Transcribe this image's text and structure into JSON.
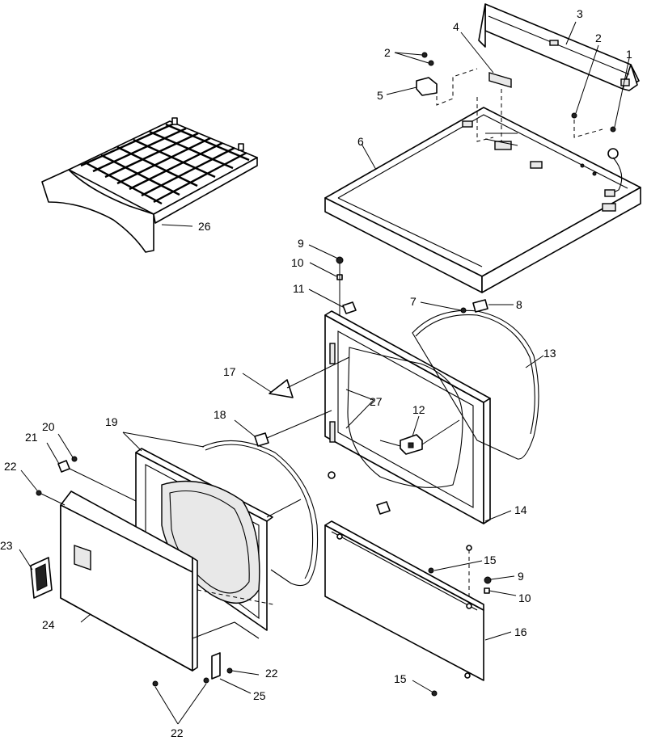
{
  "labels": [
    {
      "id": "l1",
      "text": "1"
    },
    {
      "id": "l2a",
      "text": "2"
    },
    {
      "id": "l2b",
      "text": "2"
    },
    {
      "id": "l3",
      "text": "3"
    },
    {
      "id": "l4",
      "text": "4"
    },
    {
      "id": "l5",
      "text": "5"
    },
    {
      "id": "l6",
      "text": "6"
    },
    {
      "id": "l7",
      "text": "7"
    },
    {
      "id": "l8",
      "text": "8"
    },
    {
      "id": "l9a",
      "text": "9"
    },
    {
      "id": "l9b",
      "text": "9"
    },
    {
      "id": "l10a",
      "text": "10"
    },
    {
      "id": "l10b",
      "text": "10"
    },
    {
      "id": "l11",
      "text": "11"
    },
    {
      "id": "l12",
      "text": "12"
    },
    {
      "id": "l13",
      "text": "13"
    },
    {
      "id": "l14",
      "text": "14"
    },
    {
      "id": "l15a",
      "text": "15"
    },
    {
      "id": "l15b",
      "text": "15"
    },
    {
      "id": "l16",
      "text": "16"
    },
    {
      "id": "l17",
      "text": "17"
    },
    {
      "id": "l18",
      "text": "18"
    },
    {
      "id": "l19",
      "text": "19"
    },
    {
      "id": "l20",
      "text": "20"
    },
    {
      "id": "l21",
      "text": "21"
    },
    {
      "id": "l22a",
      "text": "22"
    },
    {
      "id": "l22b",
      "text": "22"
    },
    {
      "id": "l22c",
      "text": "22"
    },
    {
      "id": "l23",
      "text": "23"
    },
    {
      "id": "l24",
      "text": "24"
    },
    {
      "id": "l25",
      "text": "25"
    },
    {
      "id": "l26",
      "text": "26"
    },
    {
      "id": "l27",
      "text": "27"
    }
  ]
}
